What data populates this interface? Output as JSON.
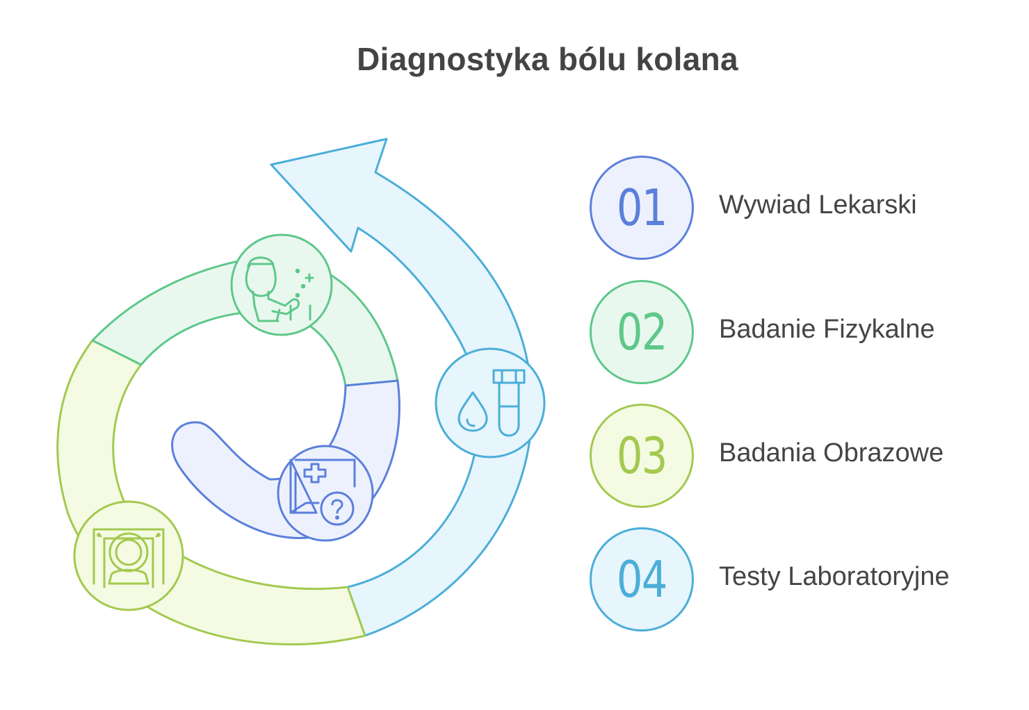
{
  "title": "Diagnostyka bólu kolana",
  "colors": {
    "blue": {
      "stroke": "#5b7fdb",
      "fill": "#ecf1fd"
    },
    "green": {
      "stroke": "#5ec78a",
      "fill": "#e9f8ef"
    },
    "olive": {
      "stroke": "#a3c94f",
      "fill": "#f4fbe2"
    },
    "sky": {
      "stroke": "#4aaed8",
      "fill": "#e7f5fc"
    }
  },
  "steps": [
    {
      "number": "01",
      "label": "Wywiad Lekarski",
      "color": "blue"
    },
    {
      "number": "02",
      "label": "Badanie Fizykalne",
      "color": "green"
    },
    {
      "number": "03",
      "label": "Badania Obrazowe",
      "color": "olive"
    },
    {
      "number": "04",
      "label": "Testy Laboratoryjne",
      "color": "sky"
    }
  ],
  "icons": {
    "consultation": "medical-consultation-icon",
    "examination": "doctor-examination-icon",
    "imaging": "mri-scanner-icon",
    "lab": "blood-test-tube-icon"
  }
}
